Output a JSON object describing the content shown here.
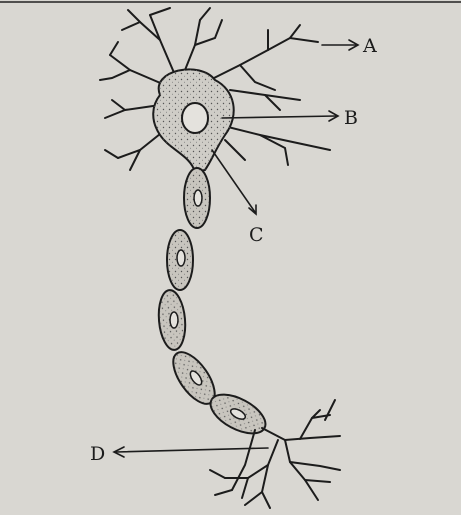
{
  "figure": {
    "labels": {
      "a": "A",
      "b": "B",
      "c": "C",
      "d": "D"
    },
    "colors": {
      "paper": "#d9d7d2",
      "ink": "#1c1c1c",
      "soma_fill": "#cfcdc7",
      "sheath_fill": "#c8c5be"
    }
  }
}
